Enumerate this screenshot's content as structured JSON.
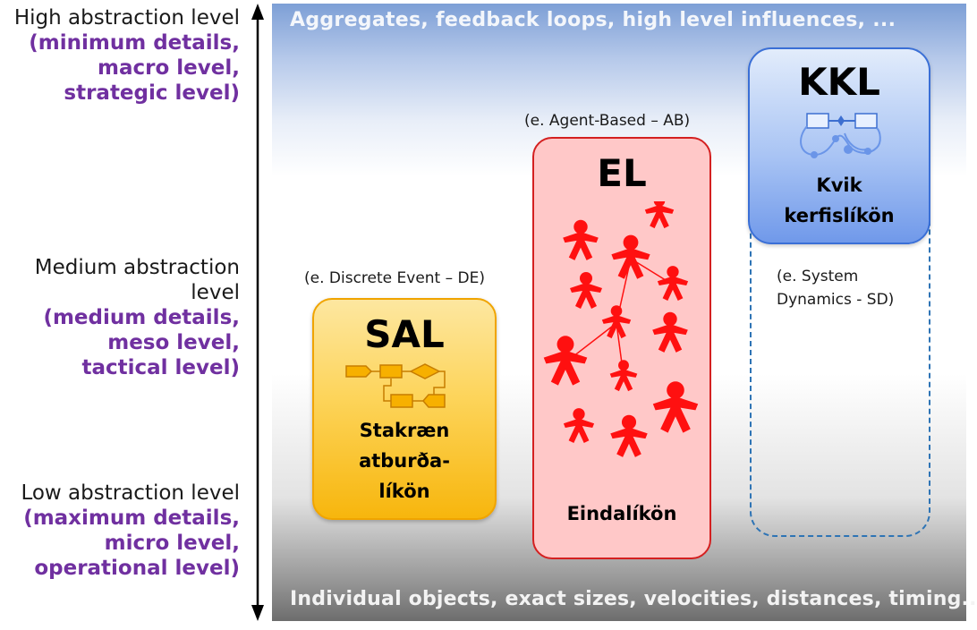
{
  "levels": {
    "high": {
      "title": "High abstraction level",
      "detail": [
        "(minimum details,",
        "macro level,",
        "strategic level)"
      ]
    },
    "medium": {
      "title": "Medium abstraction level",
      "detail": [
        "(medium details,",
        "meso level,",
        "tactical level)"
      ]
    },
    "low": {
      "title": "Low abstraction level",
      "detail": [
        "(maximum details,",
        "micro level,",
        "operational level)"
      ]
    }
  },
  "bands": {
    "top": "Aggregates,  feedback loops, high level influences, ...",
    "bottom": "Individual objects, exact sizes, velocities, distances, timing..."
  },
  "sal": {
    "note": "(e. Discrete Event – DE)",
    "title": "SAL",
    "label": [
      "Stakræn",
      "atburða-",
      "líkön"
    ]
  },
  "el": {
    "note": "(e. Agent-Based – AB)",
    "title": "EL",
    "label": "Eindalíkön"
  },
  "kkl": {
    "note": [
      "(e. System",
      "Dynamics - SD)"
    ],
    "title": "KKL",
    "label": [
      "Kvik",
      "kerfislíkön"
    ]
  },
  "colors": {
    "sal": "#f7b60d",
    "el": "#ff0000",
    "kkl": "#7099ea",
    "detail": "#7030a0",
    "dashed": "#2e74b5"
  }
}
